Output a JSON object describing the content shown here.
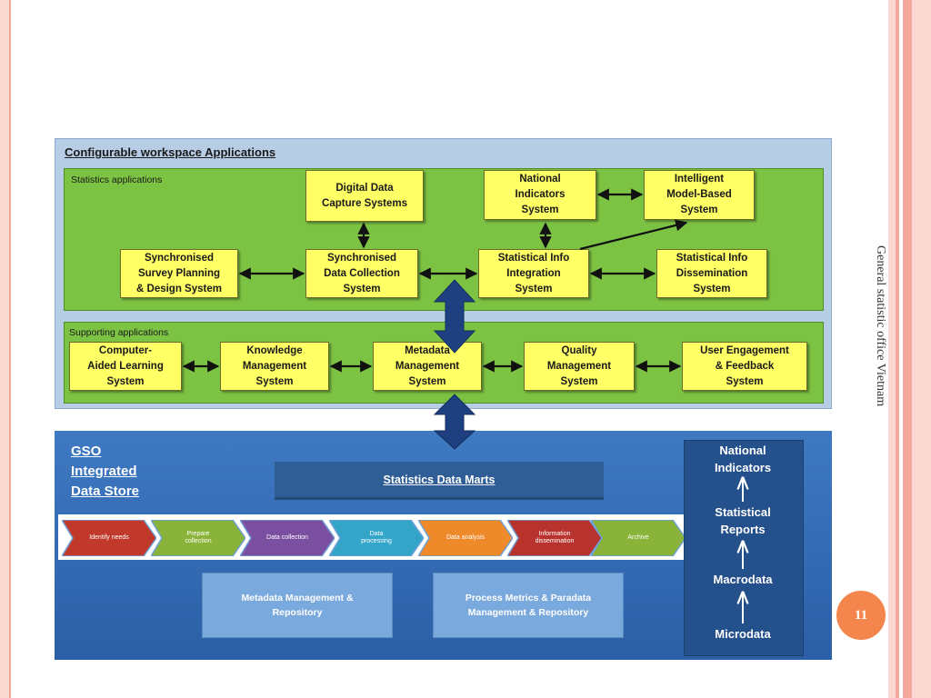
{
  "colors": {
    "edge_dark": "#f4a79b",
    "edge_light": "#fbd9d2",
    "badge": "#f4864d",
    "green": "#7cc243",
    "yellow": "#ffff66",
    "store_blue": "#3e79c2"
  },
  "slide": {
    "side_title": "General statistic office Vietnam",
    "page_number": "11"
  },
  "diagram": {
    "title": "Configurable workspace Applications",
    "statistics": {
      "label": "Statistics applications",
      "boxes": [
        {
          "id": "digital",
          "text": "Digital Data\nCapture Systems"
        },
        {
          "id": "national",
          "text": "National\nIndicators\nSystem"
        },
        {
          "id": "intelligent",
          "text": "Intelligent\nModel-Based\nSystem"
        },
        {
          "id": "survey",
          "text": "Synchronised\nSurvey Planning\n& Design System"
        },
        {
          "id": "collection",
          "text": "Synchronised\nData Collection\nSystem"
        },
        {
          "id": "integration",
          "text": "Statistical Info\nIntegration\nSystem"
        },
        {
          "id": "dissemination",
          "text": "Statistical Info\nDissemination\nSystem"
        }
      ]
    },
    "supporting": {
      "label": "Supporting applications",
      "boxes": [
        {
          "id": "cal",
          "text": "Computer-\nAided Learning\nSystem"
        },
        {
          "id": "knowledge",
          "text": "Knowledge\nManagement\nSystem"
        },
        {
          "id": "metadata",
          "text": "Metadata\nManagement\nSystem"
        },
        {
          "id": "quality",
          "text": "Quality\nManagement\nSystem"
        },
        {
          "id": "engagement",
          "text": "User Engagement\n& Feedback\nSystem"
        }
      ]
    },
    "store": {
      "title": "GSO\nIntegrated\nData Store",
      "marts": "Statistics Data Marts",
      "process": [
        {
          "text": "Identify needs",
          "color": "#c0392b"
        },
        {
          "text": "Prepare\ncollection",
          "color": "#8ab33a"
        },
        {
          "text": "Data collection",
          "color": "#7b4fa0"
        },
        {
          "text": "Data\nprocessing",
          "color": "#33a5c8"
        },
        {
          "text": "Data analysis",
          "color": "#ee8a2a"
        },
        {
          "text": "Information\ndissemination",
          "color": "#b8332d"
        },
        {
          "text": "Archive",
          "color": "#8ab33a"
        }
      ],
      "repo_left": "Metadata Management &\nRepository",
      "repo_right": "Process Metrics & Paradata\nManagement & Repository",
      "levels": {
        "top": "National\nIndicators",
        "reports": "Statistical\nReports",
        "macro": "Macrodata",
        "micro": "Microdata"
      }
    }
  }
}
